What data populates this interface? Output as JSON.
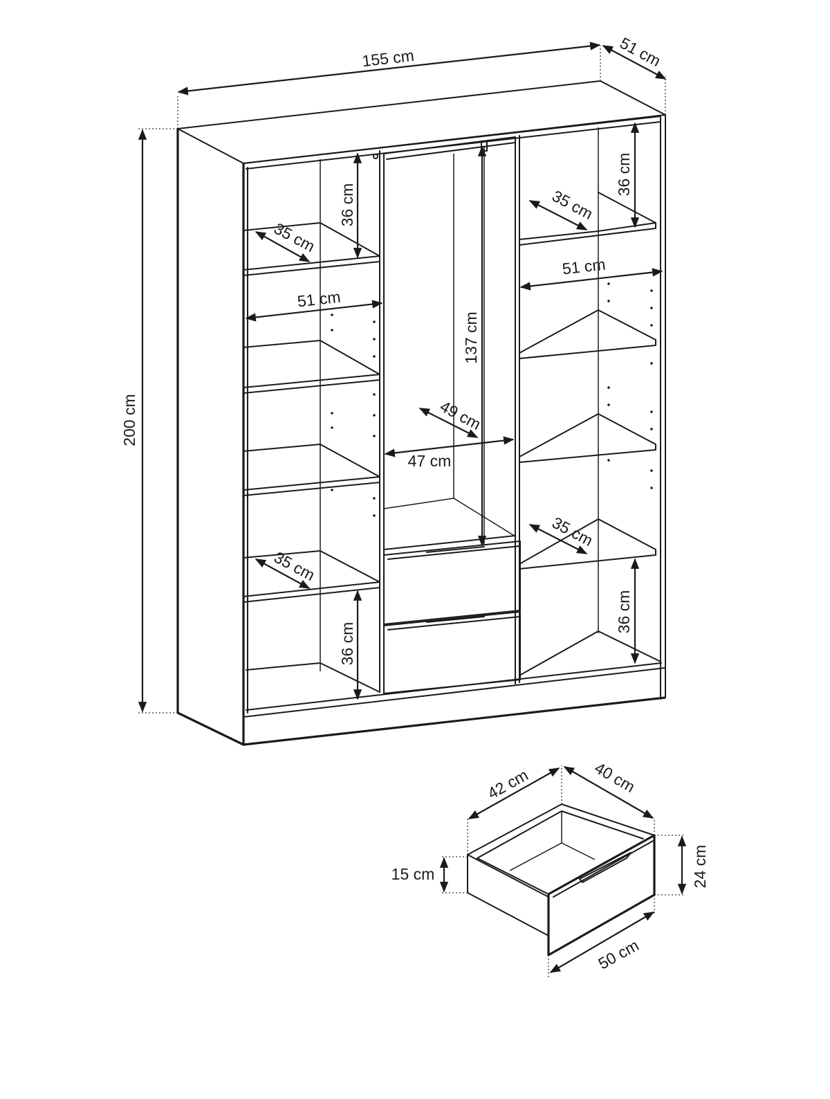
{
  "wardrobe": {
    "labels": {
      "width": "155 cm",
      "depth": "51 cm",
      "height": "200 cm",
      "left_top_shelf_height": "36 cm",
      "left_top_shelf_depth": "35 cm",
      "left_inner_width": "51 cm",
      "left_bottom_shelf_depth": "35 cm",
      "left_bottom_height": "36 cm",
      "center_height": "137 cm",
      "center_depth": "49 cm",
      "center_width": "47 cm",
      "right_top_height": "36 cm",
      "right_top_shelf_depth": "35 cm",
      "right_inner_width": "51 cm",
      "right_bottom_shelf_depth": "35 cm",
      "right_bottom_height": "36 cm"
    }
  },
  "drawer": {
    "labels": {
      "width": "42 cm",
      "depth": "40 cm",
      "box_height": "15 cm",
      "front_height": "24 cm",
      "front_width": "50 cm"
    }
  }
}
